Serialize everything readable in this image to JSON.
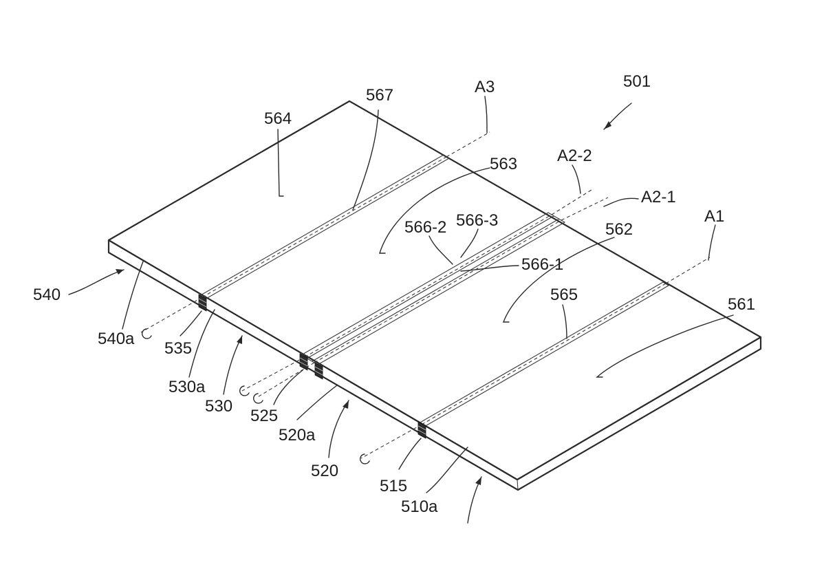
{
  "figure": {
    "reference_numerals": [
      {
        "id": "501",
        "text": "501"
      },
      {
        "id": "567",
        "text": "567"
      },
      {
        "id": "a3",
        "text": "A3"
      },
      {
        "id": "564",
        "text": "564"
      },
      {
        "id": "563",
        "text": "563"
      },
      {
        "id": "a2-2",
        "text": "A2-2"
      },
      {
        "id": "a2-1",
        "text": "A2-1"
      },
      {
        "id": "a1",
        "text": "A1"
      },
      {
        "id": "562",
        "text": "562"
      },
      {
        "id": "566-2",
        "text": "566-2"
      },
      {
        "id": "566-3",
        "text": "566-3"
      },
      {
        "id": "566-1",
        "text": "566-1"
      },
      {
        "id": "565",
        "text": "565"
      },
      {
        "id": "561",
        "text": "561"
      },
      {
        "id": "540",
        "text": "540"
      },
      {
        "id": "540a",
        "text": "540a"
      },
      {
        "id": "535",
        "text": "535"
      },
      {
        "id": "530a",
        "text": "530a"
      },
      {
        "id": "530",
        "text": "530"
      },
      {
        "id": "525",
        "text": "525"
      },
      {
        "id": "520a",
        "text": "520a"
      },
      {
        "id": "520",
        "text": "520"
      },
      {
        "id": "515",
        "text": "515"
      },
      {
        "id": "510a",
        "text": "510a"
      }
    ]
  }
}
